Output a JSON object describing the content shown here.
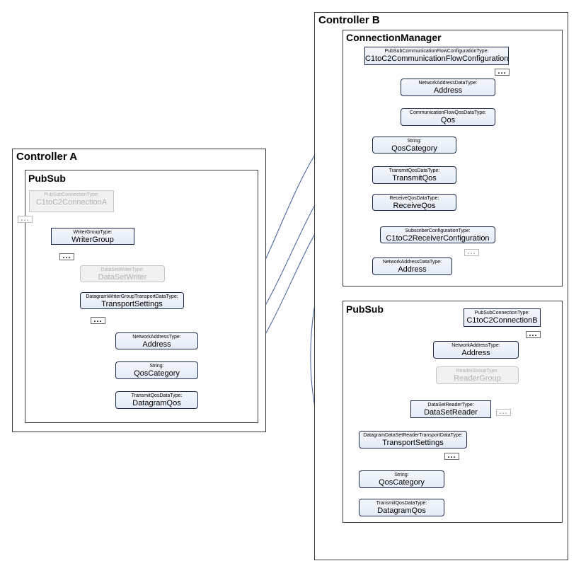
{
  "controller_a": {
    "title": "Controller A",
    "pubsub": {
      "title": "PubSub",
      "connection": {
        "type": "PubSubConnectionType:",
        "name": "C1toC2ConnectionA"
      },
      "writer_group": {
        "type": "WriterGroupType:",
        "name": "WriterGroup"
      },
      "dataset_writer": {
        "type": "DataSetWriterType:",
        "name": "DataSetWriter"
      },
      "transport_settings": {
        "type": "DatagramWriterGroupTransportDataType:",
        "name": "TransportSettings"
      },
      "address": {
        "type": "NetworkAddressType:",
        "name": "Address"
      },
      "qos_category": {
        "type": "String:",
        "name": "QosCategory"
      },
      "datagram_qos": {
        "type": "TransmitQosDataType:",
        "name": "DatagramQos"
      }
    }
  },
  "controller_b": {
    "title": "Controller B",
    "connection_manager": {
      "title": "ConnectionManager",
      "flow_config": {
        "type": "PubSubCommunicationFlowConfigurationType:",
        "name": "C1toC2CommunicationFlowConfiguration"
      },
      "address": {
        "type": "NetworkAddressDataType:",
        "name": "Address"
      },
      "qos": {
        "type": "CommunicationFlowQosDataType:",
        "name": "Qos"
      },
      "qos_category": {
        "type": "String:",
        "name": "QosCategory"
      },
      "transmit_qos": {
        "type": "TransmitQosDataType:",
        "name": "TransmitQos"
      },
      "receive_qos": {
        "type": "ReceiveQosDataType:",
        "name": "ReceiveQos"
      },
      "receiver_config": {
        "type": "SubscriberConfigurationType:",
        "name": "C1toC2ReceiverConfiguration"
      },
      "receiver_address": {
        "type": "NetworkAddressDataType:",
        "name": "Address"
      }
    },
    "pubsub": {
      "title": "PubSub",
      "connection": {
        "type": "PubSubConnectionType:",
        "name": "C1toC2ConnectionB"
      },
      "address": {
        "type": "NetworkAddressType:",
        "name": "Address"
      },
      "reader_group": {
        "type": "ReaderGroupType:",
        "name": "ReaderGroup"
      },
      "dataset_reader": {
        "type": "DataSetReaderType:",
        "name": "DataSetReader"
      },
      "transport_settings": {
        "type": "DatagramDataSetReaderTransportDataType:",
        "name": "TransportSettings"
      },
      "qos_category": {
        "type": "String:",
        "name": "QosCategory"
      },
      "datagram_qos": {
        "type": "TransmitQosDataType:",
        "name": "DatagramQos"
      }
    }
  },
  "ellipsis": "...",
  "colors": {
    "link": "#3e5c9a",
    "tree": "#4a6aa8",
    "dim_line": "#bbbbbb",
    "frame": "#3a3a3a"
  }
}
